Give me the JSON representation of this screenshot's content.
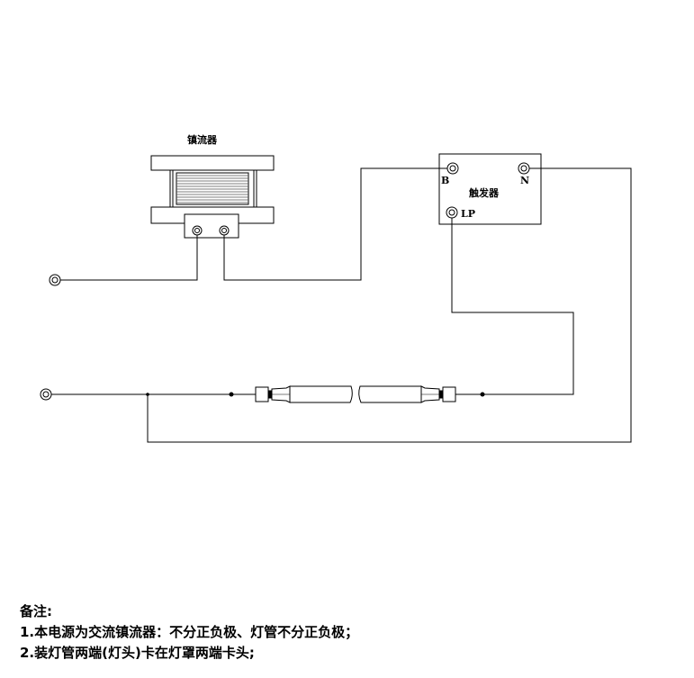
{
  "labels": {
    "ballast": "镇流器",
    "igniter": "触发器",
    "terminal_b": "B",
    "terminal_n": "N",
    "terminal_lp": "LP"
  },
  "notes": {
    "title": "备注:",
    "lines": [
      "1.本电源为交流镇流器：不分正负极、灯管不分正负极；",
      "2.装灯管两端(灯头)卡在灯罩两端卡头;"
    ]
  }
}
